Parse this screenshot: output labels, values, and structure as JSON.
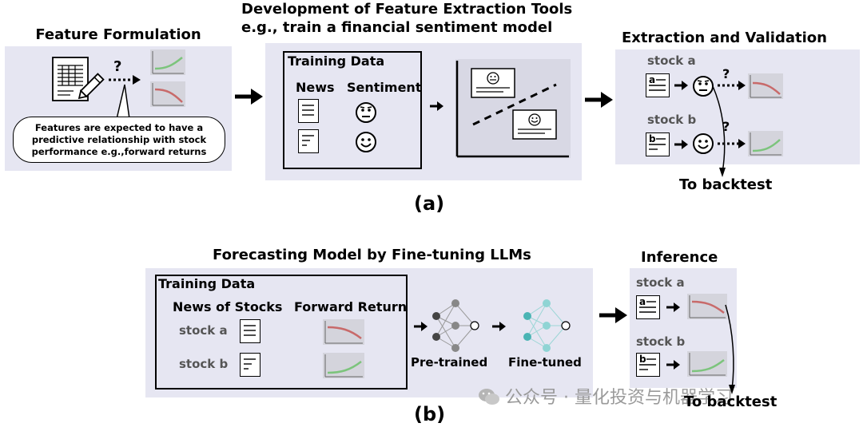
{
  "panel_a": {
    "caption": "(a)",
    "feature_formulation": {
      "title": "Feature Formulation",
      "question_mark": "?",
      "callout_line1": "Features are expected to have a",
      "callout_line2": "predictive relationship with stock",
      "callout_line3": "performance e.g.,forward returns"
    },
    "development": {
      "title_line1": "Development of Feature Extraction Tools",
      "title_line2": "e.g., train a financial sentiment model",
      "training_data_label": "Training Data",
      "news_header": "News",
      "sentiment_header": "Sentiment"
    },
    "extraction": {
      "title": "Extraction and Validation",
      "stock_a": "stock a",
      "stock_b": "stock b",
      "doc_a": "a",
      "doc_b": "b",
      "question_mark": "?",
      "to_backtest": "To backtest"
    }
  },
  "panel_b": {
    "caption": "(b)",
    "forecasting": {
      "title": "Forecasting Model by Fine-tuning LLMs",
      "training_data_label": "Training Data",
      "news_header": "News of Stocks",
      "return_header": "Forward Return",
      "stock_a": "stock a",
      "stock_b": "stock b",
      "pretrained_label": "Pre-trained",
      "finetuned_label": "Fine-tuned"
    },
    "inference": {
      "title": "Inference",
      "stock_a": "stock a",
      "stock_b": "stock b",
      "doc_a": "a",
      "doc_b": "b",
      "to_backtest": "To backtest"
    }
  },
  "watermark": "公众号 · 量化投资与机器学习",
  "colors": {
    "panel_bg": "#e6e6f2",
    "up_trend": "#7cc47c",
    "down_trend": "#c86a6a",
    "mini_chart_bg": "#d4d4dc",
    "finetuned_node": "#6cc6c6"
  },
  "icons": [
    "spreadsheet-pencil-icon",
    "document-icon",
    "neutral-face-icon",
    "happy-face-icon",
    "neural-network-icon",
    "arrow-right-icon"
  ]
}
